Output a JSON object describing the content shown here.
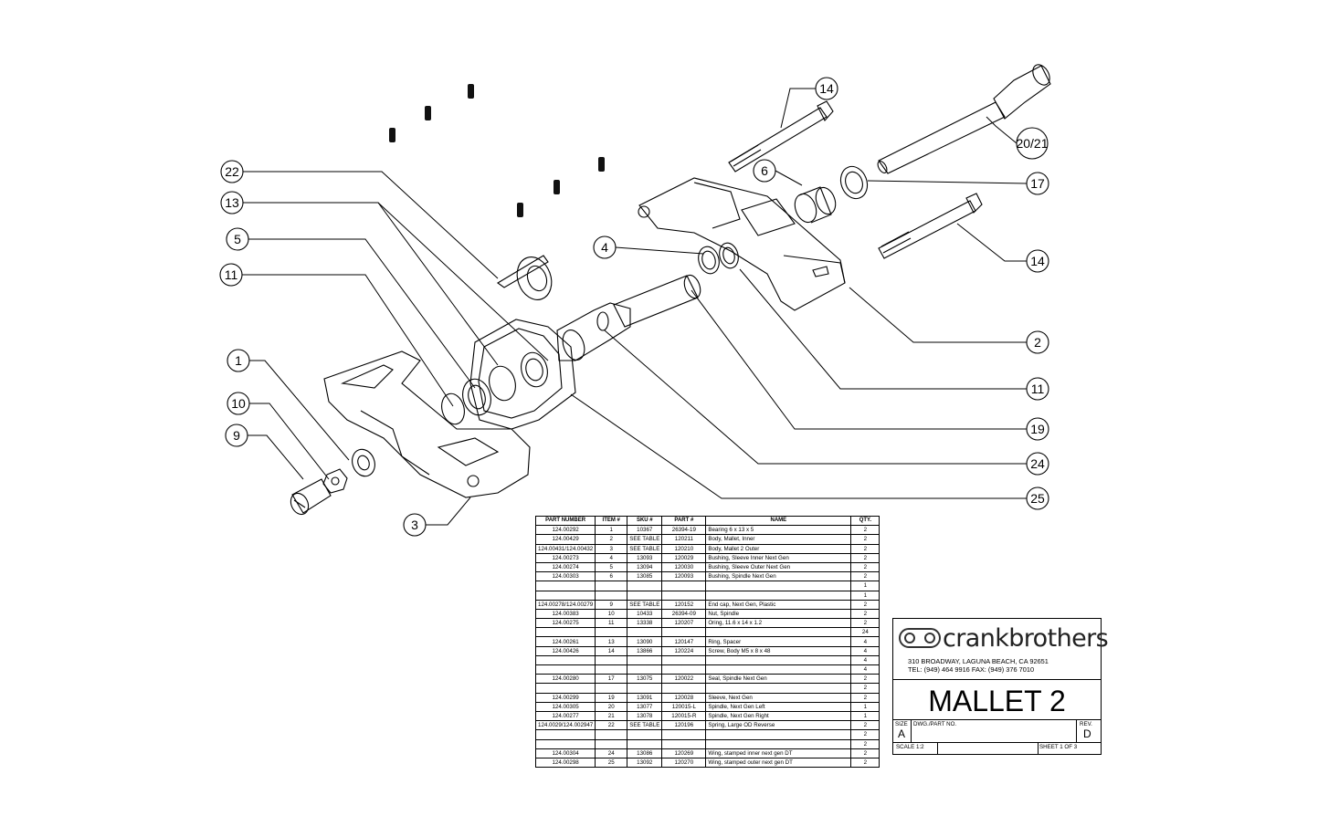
{
  "callouts": [
    "14",
    "20/21",
    "17",
    "6",
    "4",
    "14",
    "22",
    "13",
    "5",
    "11",
    "1",
    "10",
    "9",
    "2",
    "11",
    "19",
    "24",
    "25",
    "3"
  ],
  "bom": {
    "headers": [
      "PART NUMBER",
      "ITEM #",
      "SKU #",
      "PART #",
      "NAME",
      "QTY."
    ],
    "rows": [
      [
        "124.00292",
        "1",
        "10367",
        "26394-19",
        "Bearing 6 x 13 x 5",
        "2"
      ],
      [
        "124.00429",
        "2",
        "SEE TABLE",
        "120211",
        "Body, Mallet, Inner",
        "2"
      ],
      [
        "124.00431/124.00432",
        "3",
        "SEE TABLE",
        "120210",
        "Body, Mallet 2 Outer",
        "2"
      ],
      [
        "124.00273",
        "4",
        "13093",
        "120029",
        "Bushing, Sleeve Inner Next Gen",
        "2"
      ],
      [
        "124.00274",
        "5",
        "13094",
        "120030",
        "Bushing, Sleeve Outer Next Gen",
        "2"
      ],
      [
        "124.00303",
        "6",
        "13085",
        "120093",
        "Bushing, Spindle Next Gen",
        "2"
      ],
      [
        "",
        "",
        "",
        "",
        "",
        "1"
      ],
      [
        "",
        "",
        "",
        "",
        "",
        "1"
      ],
      [
        "124.00278/124.00279",
        "9",
        "SEE TABLE",
        "120152",
        "End cap, Next Gen, Plastic",
        "2"
      ],
      [
        "124.00383",
        "10",
        "10433",
        "26394-09",
        "Nut, Spindle",
        "2"
      ],
      [
        "124.00275",
        "11",
        "13338",
        "120207",
        "Oring, 11.6 x 14 x 1.2",
        "2"
      ],
      [
        "",
        "",
        "",
        "",
        "",
        "24"
      ],
      [
        "124.00261",
        "13",
        "13090",
        "120147",
        "Ring, Spacer",
        "4"
      ],
      [
        "124.00426",
        "14",
        "13866",
        "120224",
        "Screw, Body M5 x 8 x 48",
        "4"
      ],
      [
        "",
        "",
        "",
        "",
        "",
        "4"
      ],
      [
        "",
        "",
        "",
        "",
        "",
        "4"
      ],
      [
        "124.00280",
        "17",
        "13075",
        "120022",
        "Seal, Spindle Next Gen",
        "2"
      ],
      [
        "",
        "",
        "",
        "",
        "",
        "2"
      ],
      [
        "124.00299",
        "19",
        "13091",
        "120028",
        "Sleeve, Next Gen",
        "2"
      ],
      [
        "124.00305",
        "20",
        "13077",
        "120015-L",
        "Spindle, Next Gen Left",
        "1"
      ],
      [
        "124.00277",
        "21",
        "13078",
        "120015-R",
        "Spindle, Next Gen Right",
        "1"
      ],
      [
        "124.0029/124.002947",
        "22",
        "SEE TABLE",
        "120196",
        "Spring, Large OD Reverse",
        "2"
      ],
      [
        "",
        "",
        "",
        "",
        "",
        "2"
      ],
      [
        "",
        "",
        "",
        "",
        "",
        "2"
      ],
      [
        "124.00304",
        "24",
        "13086",
        "120269",
        "Wing, stamped inner next gen DT",
        "2"
      ],
      [
        "124.00298",
        "25",
        "13092",
        "120270",
        "Wing, stamped outer next gen DT",
        "2"
      ]
    ]
  },
  "titleblock": {
    "brand": "crankbrothers",
    "address1": "310 BROADWAY, LAGUNA BEACH, CA 92651",
    "address2": "TEL: (949) 464 9916  FAX: (949) 376 7010",
    "title": "MALLET 2",
    "size_label": "SIZE",
    "size": "A",
    "dwg_label": "DWG./PART NO.",
    "rev_label": "REV.",
    "rev": "D",
    "scale": "SCALE 1:2",
    "sheet": "SHEET 1 OF 3"
  },
  "icons": [
    "crankbrothers-logo-icon"
  ]
}
